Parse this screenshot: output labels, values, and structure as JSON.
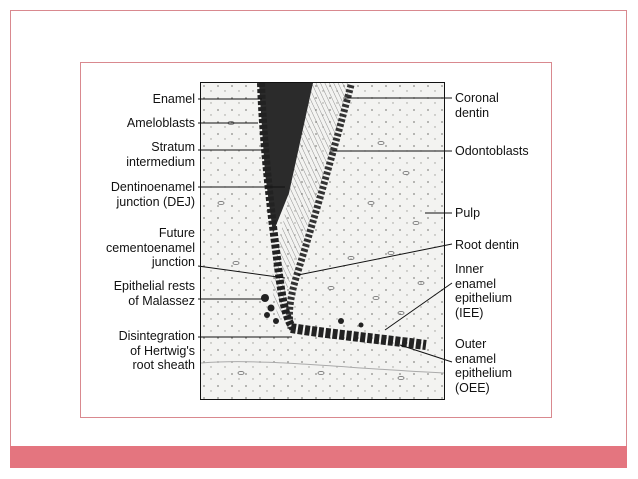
{
  "diagram": {
    "left_labels": [
      {
        "id": "enamel",
        "text": "Enamel"
      },
      {
        "id": "ameloblasts",
        "text": "Ameloblasts"
      },
      {
        "id": "stratum",
        "text": "Stratum\nintermedium"
      },
      {
        "id": "dej",
        "text": "Dentinoenamel\njunction (DEJ)"
      },
      {
        "id": "cej",
        "text": "Future\ncementoenamel\njunction"
      },
      {
        "id": "malassez",
        "text": "Epithelial rests\nof Malassez"
      },
      {
        "id": "hertwig",
        "text": "Disintegration\nof Hertwig's\nroot sheath"
      }
    ],
    "right_labels": [
      {
        "id": "coronal",
        "text": "Coronal\ndentin"
      },
      {
        "id": "odontoblasts",
        "text": "Odontoblasts"
      },
      {
        "id": "pulp",
        "text": "Pulp"
      },
      {
        "id": "root-dentin",
        "text": "Root dentin"
      },
      {
        "id": "iee",
        "text": "Inner\nenamel\nepithelium\n(IEE)"
      },
      {
        "id": "oee",
        "text": "Outer\nenamel\nepithelium\n(OEE)"
      }
    ]
  },
  "colors": {
    "frame_border": "#d9898f",
    "footer_bar": "#e4757f",
    "ink": "#111111"
  }
}
